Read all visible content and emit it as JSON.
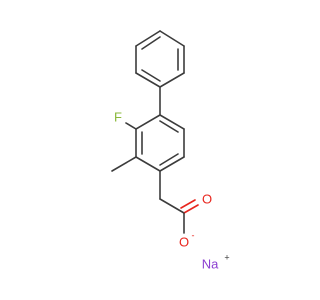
{
  "molecule": {
    "atoms": {
      "fluorine": {
        "symbol": "F",
        "color": "#8ab83a"
      },
      "oxygen_double": {
        "symbol": "O",
        "color": "#e8261e"
      },
      "oxygen_single": {
        "symbol": "O",
        "color": "#e8261e"
      },
      "oxygen_charge": {
        "symbol": "-",
        "color": "#e8261e"
      },
      "sodium": {
        "symbol": "Na",
        "color": "#8c3fd1"
      },
      "sodium_charge": {
        "symbol": "+",
        "color": "#3c3c3c"
      }
    },
    "bond_color": "#3c3c3c"
  }
}
